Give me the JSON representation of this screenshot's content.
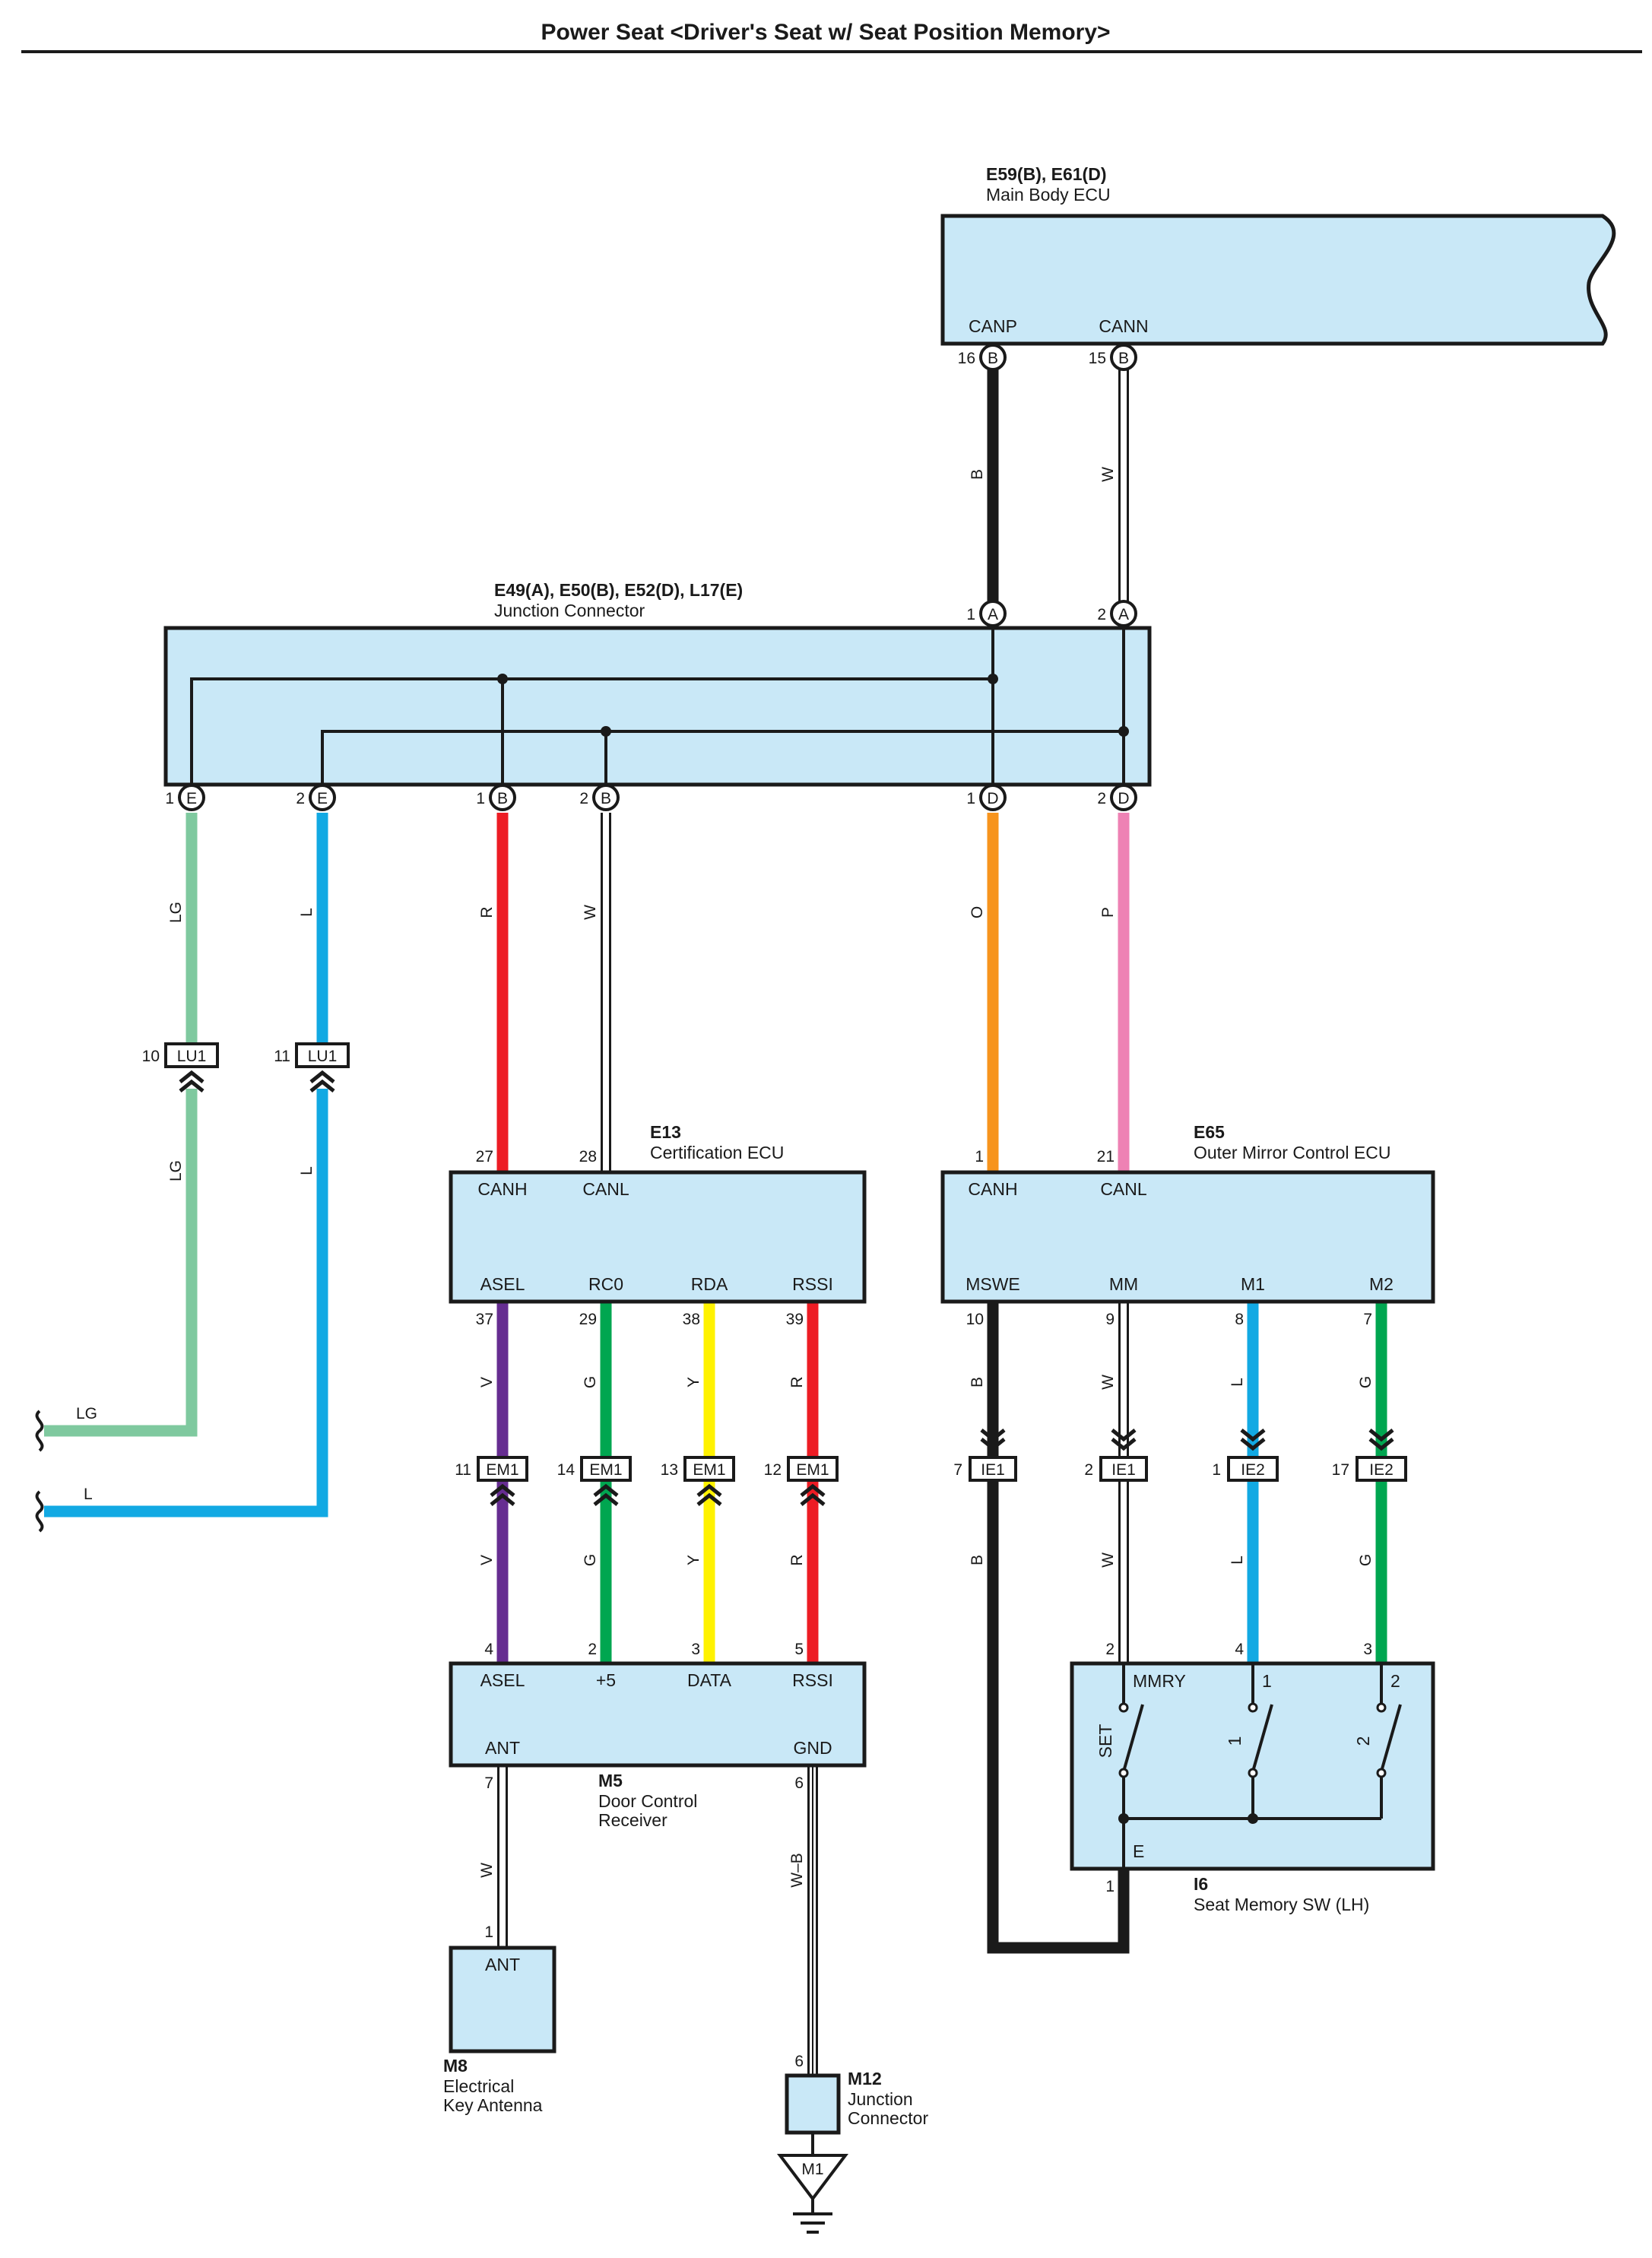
{
  "title": "Power Seat <Driver's Seat w/ Seat Position Memory>",
  "colors": {
    "box_fill": "#c9e8f7",
    "LG": "#7fc99f",
    "L": "#12a9e3",
    "R": "#ed1c24",
    "W": "#ffffff",
    "O": "#f7941d",
    "P": "#ee82b4",
    "B": "#1a1a1a",
    "V": "#662d91",
    "G": "#00a650",
    "Y": "#fff200"
  },
  "components": {
    "main_body_ecu": {
      "code": "E59(B), E61(D)",
      "name": "Main Body ECU",
      "pins": [
        "CANP",
        "CANN"
      ]
    },
    "junction_connector": {
      "code": "E49(A), E50(B), E52(D), L17(E)",
      "name": "Junction Connector"
    },
    "certification_ecu": {
      "code": "E13",
      "name": "Certification ECU",
      "pins_top": [
        "CANH",
        "CANL"
      ],
      "pins_bottom": [
        "ASEL",
        "RC0",
        "RDA",
        "RSSI"
      ]
    },
    "mirror_ecu": {
      "code": "E65",
      "name": "Outer Mirror Control ECU",
      "pins_top": [
        "CANH",
        "CANL"
      ],
      "pins_bottom": [
        "MSWE",
        "MM",
        "M1",
        "M2"
      ]
    },
    "door_receiver": {
      "code": "M5",
      "name_line1": "Door Control",
      "name_line2": "Receiver",
      "pins_top": [
        "ASEL",
        "+5",
        "DATA",
        "RSSI"
      ],
      "pins_bottom": [
        "ANT",
        "GND"
      ]
    },
    "key_antenna": {
      "code": "M8",
      "name_line1": "Electrical",
      "name_line2": "Key Antenna",
      "pin": "ANT"
    },
    "junction_m12": {
      "code": "M12",
      "name_line1": "Junction",
      "name_line2": "Connector"
    },
    "seat_memory_sw": {
      "code": "I6",
      "name": "Seat Memory SW (LH)",
      "pins": [
        "MMRY",
        "1",
        "2",
        "E"
      ],
      "switches": [
        "SET",
        "1",
        "2"
      ]
    },
    "ground": {
      "label": "M1"
    }
  },
  "pin_numbers": {
    "ecu_canp": "16",
    "ecu_cann": "15",
    "jc_a1": "1",
    "jc_a2": "2",
    "jc_e1": "1",
    "jc_e2": "2",
    "jc_b1": "1",
    "jc_b2": "2",
    "jc_d1": "1",
    "jc_d2": "2",
    "cert_canh": "27",
    "cert_canl": "28",
    "cert_asel": "37",
    "cert_rc0": "29",
    "cert_rda": "38",
    "cert_rssi": "39",
    "mir_canh": "1",
    "mir_canl": "21",
    "mir_mswe": "10",
    "mir_mm": "9",
    "mir_m1": "8",
    "mir_m2": "7",
    "rcv_asel": "4",
    "rcv_5v": "2",
    "rcv_data": "3",
    "rcv_rssi": "5",
    "rcv_ant": "7",
    "rcv_gnd": "6",
    "ant_1": "1",
    "m12_6": "6",
    "sw_mmry": "2",
    "sw_1": "4",
    "sw_2": "3",
    "sw_e": "1"
  },
  "pin_letters": {
    "B": "B",
    "A": "A",
    "E": "E",
    "D": "D"
  },
  "wire_labels": {
    "canp": "B",
    "cann": "W",
    "e1": "LG",
    "e2": "L",
    "b1": "R",
    "b2": "W",
    "d1": "O",
    "d2": "P",
    "lg_lower": "LG",
    "l_lower": "L",
    "lg_exit": "LG",
    "l_exit": "L",
    "asel": "V",
    "rc0": "G",
    "rda": "Y",
    "rssi": "R",
    "asel_lower": "V",
    "rc0_lower": "G",
    "rda_lower": "Y",
    "rssi_lower": "R",
    "mswe": "B",
    "mm": "W",
    "m1": "L",
    "m2": "G",
    "mswe_lower": "B",
    "mm_lower": "W",
    "m1_lower": "L",
    "m2_lower": "G",
    "ant": "W",
    "gnd": "W–B"
  },
  "inline_connectors": {
    "lu1_a": {
      "num": "10",
      "name": "LU1"
    },
    "lu1_b": {
      "num": "11",
      "name": "LU1"
    },
    "em1_a": {
      "num": "11",
      "name": "EM1"
    },
    "em1_b": {
      "num": "14",
      "name": "EM1"
    },
    "em1_c": {
      "num": "13",
      "name": "EM1"
    },
    "em1_d": {
      "num": "12",
      "name": "EM1"
    },
    "ie1_a": {
      "num": "7",
      "name": "IE1"
    },
    "ie1_b": {
      "num": "2",
      "name": "IE1"
    },
    "ie2_a": {
      "num": "1",
      "name": "IE2"
    },
    "ie2_b": {
      "num": "17",
      "name": "IE2"
    }
  }
}
